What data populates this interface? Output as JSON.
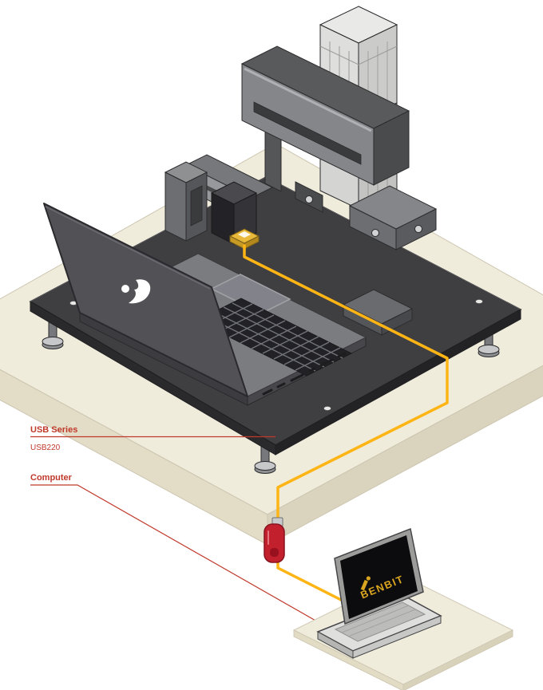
{
  "diagram": {
    "callouts": {
      "usb_series": "USB Series",
      "usb_model": "USB220",
      "computer": "Computer"
    },
    "host_computer": {
      "screen_brand": "BENBIT"
    },
    "colors": {
      "annotation_red": "#C0392B",
      "cable_yellow": "#FDB515",
      "dongle_red": "#C2202C",
      "brand_gold": "#D9A520",
      "platform_beige": "#F0ECDC",
      "plate_dark": "#3F3F42",
      "machine_gray": "#85868A",
      "laptop_gray": "#515156"
    }
  }
}
